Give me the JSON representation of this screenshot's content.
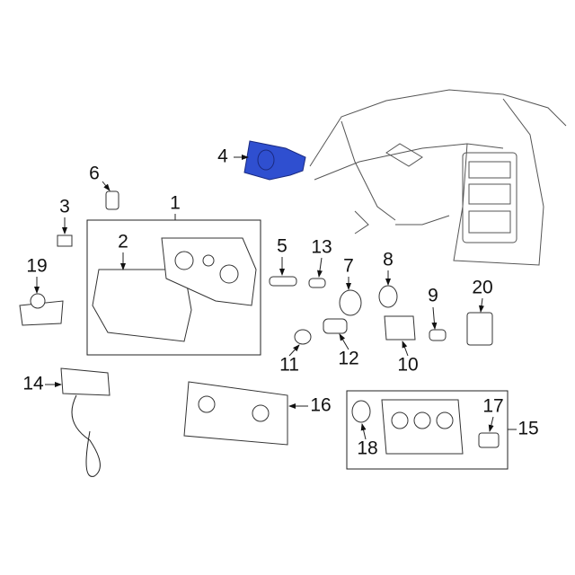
{
  "diagram": {
    "highlight_color": "#2f4fd0",
    "highlighted_part": "4",
    "callouts": [
      "1",
      "2",
      "3",
      "4",
      "5",
      "6",
      "7",
      "8",
      "9",
      "10",
      "11",
      "12",
      "13",
      "14",
      "15",
      "16",
      "17",
      "18",
      "19",
      "20"
    ]
  }
}
